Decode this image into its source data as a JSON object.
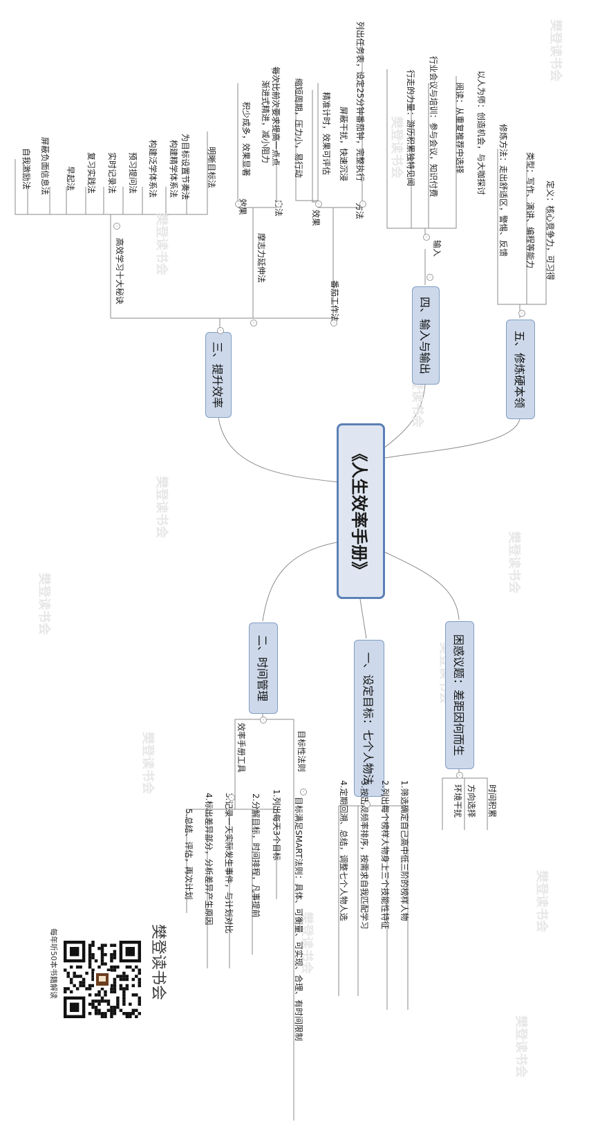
{
  "root": "《人生效率手册》",
  "branches": [
    {
      "id": "b1",
      "label": "一、设定目标：七个人物法",
      "items": [
        "1.筛选确定自己高中低三阶的榜样人物",
        "2.列出每个榜样人物身上三个技能性特征",
        "3.按出现频率排序，按需求自我匹配学习",
        "4.定期回溯、总结，调整七个人物人选"
      ]
    },
    {
      "id": "b2",
      "label": "二、时间管理",
      "groups": [
        {
          "label": "目标性法则",
          "items": [
            "目标满足SMART法则：具体、可衡量、可实现、合理、有时间限制"
          ]
        },
        {
          "label": "效率手册工具",
          "items": [
            "1.列出每天3个目标",
            "2.分解目标，时间排程，凡事提前",
            "3.记录一天实际发生事件，与计划对比",
            "4.标出差异部分，分析差异产生原因",
            "5.总结、评估，再次计划"
          ]
        }
      ]
    },
    {
      "id": "b3",
      "label": "三、提升效率",
      "groups": [
        {
          "label": "番茄工作法",
          "sub": [
            {
              "label": "方法",
              "items": [
                "列出任务表，设定25分钟番茄钟，完整执行"
              ]
            },
            {
              "label": "效果",
              "items": [
                "屏蔽干扰，快速沉浸",
                "精准计时，效果可评估",
                "缩短周期，压力小，易行动"
              ]
            }
          ]
        },
        {
          "label": "摩志力延伸法",
          "sub": [
            {
              "label": "方法",
              "items": [
                "每次比前次要求提高一点点",
                "渐进式精进，减小阻力"
              ]
            },
            {
              "label": "效果",
              "items": [
                "积少成多，效果显著"
              ]
            }
          ]
        },
        {
          "label": "高效学习十大秘诀",
          "items": [
            "明晰目标法",
            "为目标设置节奏法",
            "构建精学体系法",
            "构建泛学体系法",
            "预习提问法",
            "实时记录法",
            "复习实践法",
            "早起法",
            "屏蔽负面信息法",
            "自我激励法"
          ]
        }
      ]
    },
    {
      "id": "b4",
      "label": "四、输入与输出",
      "groups": [
        {
          "label": "输入",
          "items": [
            "以人为师：创造机会，与大咖探讨",
            "阅读：从重复推荐中选择",
            "行业会议与培训：参与会议，知识付费",
            "行走的力量：游历积累独特见闻"
          ]
        }
      ]
    },
    {
      "id": "b5",
      "label": "五、修炼硬本领",
      "items": [
        "定义：核心竞争力，可习得",
        "类型：写作、演讲、编程等能力",
        "修炼方法：走出舒适区，警惕、反馈"
      ]
    },
    {
      "id": "b6",
      "label": "困惑议题：差距因何而生",
      "items": [
        "时间积累",
        "方向选择",
        "环境干扰"
      ]
    }
  ],
  "footer": {
    "brand": "樊登读书会",
    "slogan": "每年听50本书籍解读"
  },
  "colors": {
    "line": "#8a8a8a",
    "box": "#cdd9ea",
    "border": "#7f9cc3"
  }
}
